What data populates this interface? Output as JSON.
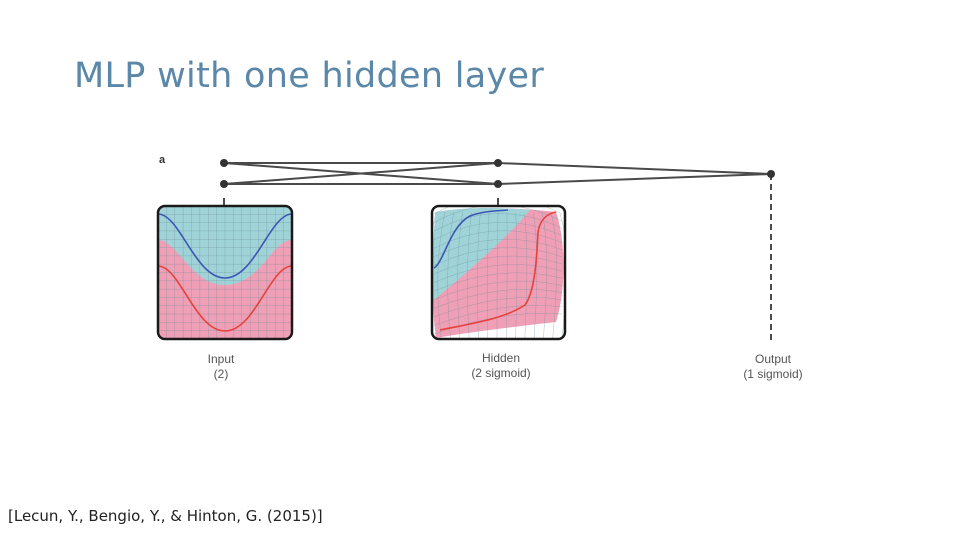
{
  "slide": {
    "title": "MLP with one hidden layer",
    "citation": "[Lecun, Y., Bengio, Y., & Hinton, G. (2015)]"
  },
  "figure": {
    "panel_letter": "a",
    "layers": [
      {
        "name": "Input",
        "units": "(2)"
      },
      {
        "name": "Hidden",
        "units": "(2 sigmoid)"
      },
      {
        "name": "Output",
        "units": "(1 sigmoid)"
      }
    ]
  },
  "colors": {
    "title": "#5b87a8",
    "region_cyan": "#9fd3d8",
    "region_pink": "#ef9fb6",
    "curve_blue": "#3d56b5",
    "curve_red": "#e8413a",
    "edges": "#4a4a4a",
    "frame": "#1a1a1a"
  }
}
